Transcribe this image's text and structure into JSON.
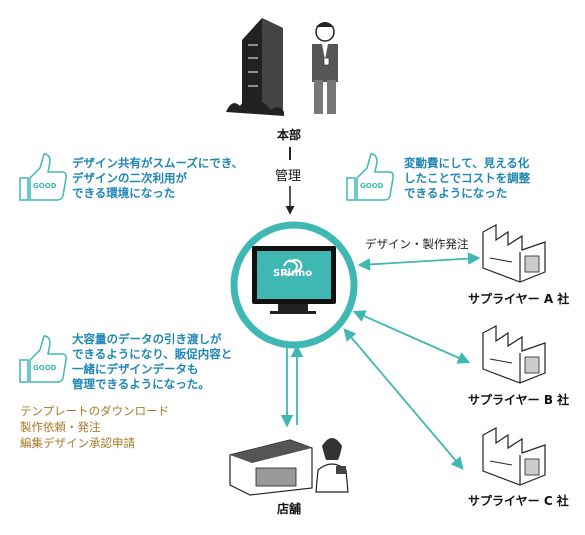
{
  "hq": {
    "label": "本部",
    "management": "管理"
  },
  "benefit_top_left": {
    "badge": "GOOD",
    "lines": [
      "デザイン共有がスムーズにでき、",
      "デザインの二次利用が",
      "できる環境になった"
    ]
  },
  "benefit_top_right": {
    "badge": "GOOD",
    "lines": [
      "変動費にして、見える化",
      "したことでコストを調整",
      "できるようになった"
    ]
  },
  "benefit_bottom_left": {
    "badge": "GOOD",
    "lines": [
      "大容量のデータの引き渡しが",
      "できるようになり、販促内容と",
      "一緒にデザインデータも",
      "管理できるようになった。"
    ]
  },
  "store_features": [
    "テンプレートのダウンロード",
    "製作依頼・発注",
    "編集デザイン承認申請"
  ],
  "center": {
    "logo_text": "SPinno"
  },
  "order_label": "デザイン・製作発注",
  "suppliers": [
    "サプライヤー A 社",
    "サプライヤー B 社",
    "サプライヤー C 社"
  ],
  "store": {
    "label": "店舗"
  },
  "colors": {
    "teal": "#3fb8b3",
    "blue": "#1f86b5",
    "gold": "#a87a2c"
  }
}
